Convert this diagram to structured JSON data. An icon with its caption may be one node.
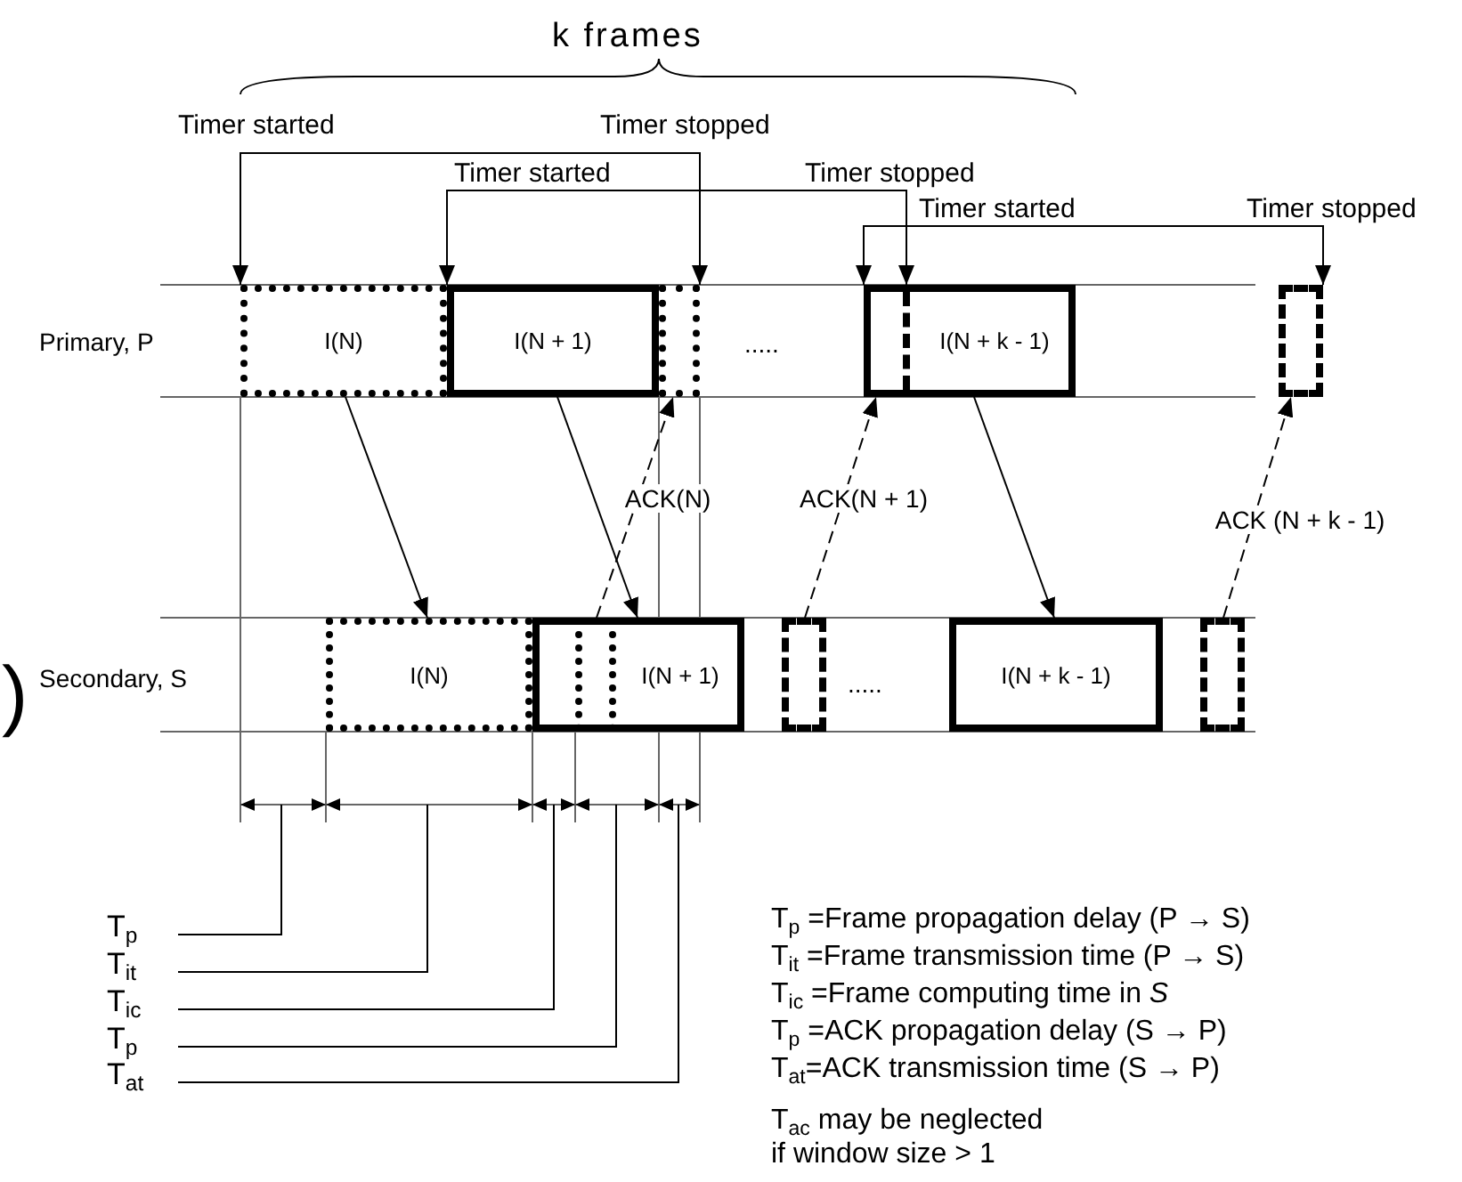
{
  "diagram": {
    "title": "k frames",
    "nodes": [
      {
        "text": [
          "I(N)"
        ]
      },
      {
        "text": [
          "I(N + 1)"
        ]
      },
      {
        "text": [],
        "shape": "box"
      },
      {
        "text": [
          "I(N + k - 1)"
        ]
      },
      {
        "text": [],
        "shape": "box"
      },
      {
        "text": [
          "I(N)"
        ]
      },
      {
        "text": [
          "I(N + 1)"
        ]
      },
      {
        "text": [],
        "shape": "box",
        "in": 6
      },
      {
        "text": [],
        "shape": "box"
      },
      {
        "text": [
          "I(N + k - 1)"
        ]
      },
      {
        "text": [],
        "shape": "box"
      },
      {
        "text": [
          "T$_{p}$"
        ]
      },
      {
        "text": [
          "T$_{it}$"
        ]
      },
      {
        "text": [
          "T$_{ic}$"
        ]
      },
      {
        "text": [
          "T$_{p}$"
        ]
      },
      {
        "text": [
          "T$_{at}$"
        ]
      }
    ],
    "edges": [
      {
        "from": 0,
        "to": 2,
        "arrow": "both"
      },
      {
        "from": 1,
        "to": 3,
        "arrow": "both"
      },
      {
        "from": 3,
        "to": 4,
        "arrow": "both"
      },
      {
        "from": 0,
        "to": 5,
        "arrow": "to"
      },
      {
        "from": 1,
        "to": 6,
        "arrow": "to"
      },
      {
        "from": 3,
        "to": 9,
        "arrow": "to"
      },
      {
        "from": 7,
        "to": 2,
        "arrow": "to",
        "label": "ACK(N)",
        "style": "dashed"
      },
      {
        "from": 8,
        "to": 3,
        "arrow": "to",
        "label": "ACK(N + 1)",
        "style": "dashed"
      },
      {
        "from": 10,
        "to": 4,
        "arrow": "to",
        "label": "ACK (N + k - 1)",
        "style": "dashed"
      },
      {
        "from": 11,
        "to": null,
        "arrow": "none"
      },
      {
        "from": 12,
        "to": null,
        "arrow": "none"
      },
      {
        "from": 13,
        "to": null,
        "arrow": "none"
      },
      {
        "from": 14,
        "to": null,
        "arrow": "none"
      },
      {
        "from": 15,
        "to": null,
        "arrow": "none"
      }
    ],
    "labels": [
      "Timer started",
      "Timer stopped",
      "Timer started",
      "Timer stopped",
      "Timer started",
      "Timer stopped",
      "Primary, P",
      ".....",
      "Secondary, S",
      ".....",
      ")",
      "T$_{p}$ =Frame propagation delay (P → S)",
      "T$_{it}$ =Frame transmission time (P → S)",
      "T$_{ic}$ =Frame computing time in *S*",
      "T$_{p}$ =ACK propagation delay (S → P)",
      "T$_{at}$=ACK transmission time (S → P)",
      "T$_{ac}$ may be neglected",
      "if window size > 1"
    ]
  }
}
